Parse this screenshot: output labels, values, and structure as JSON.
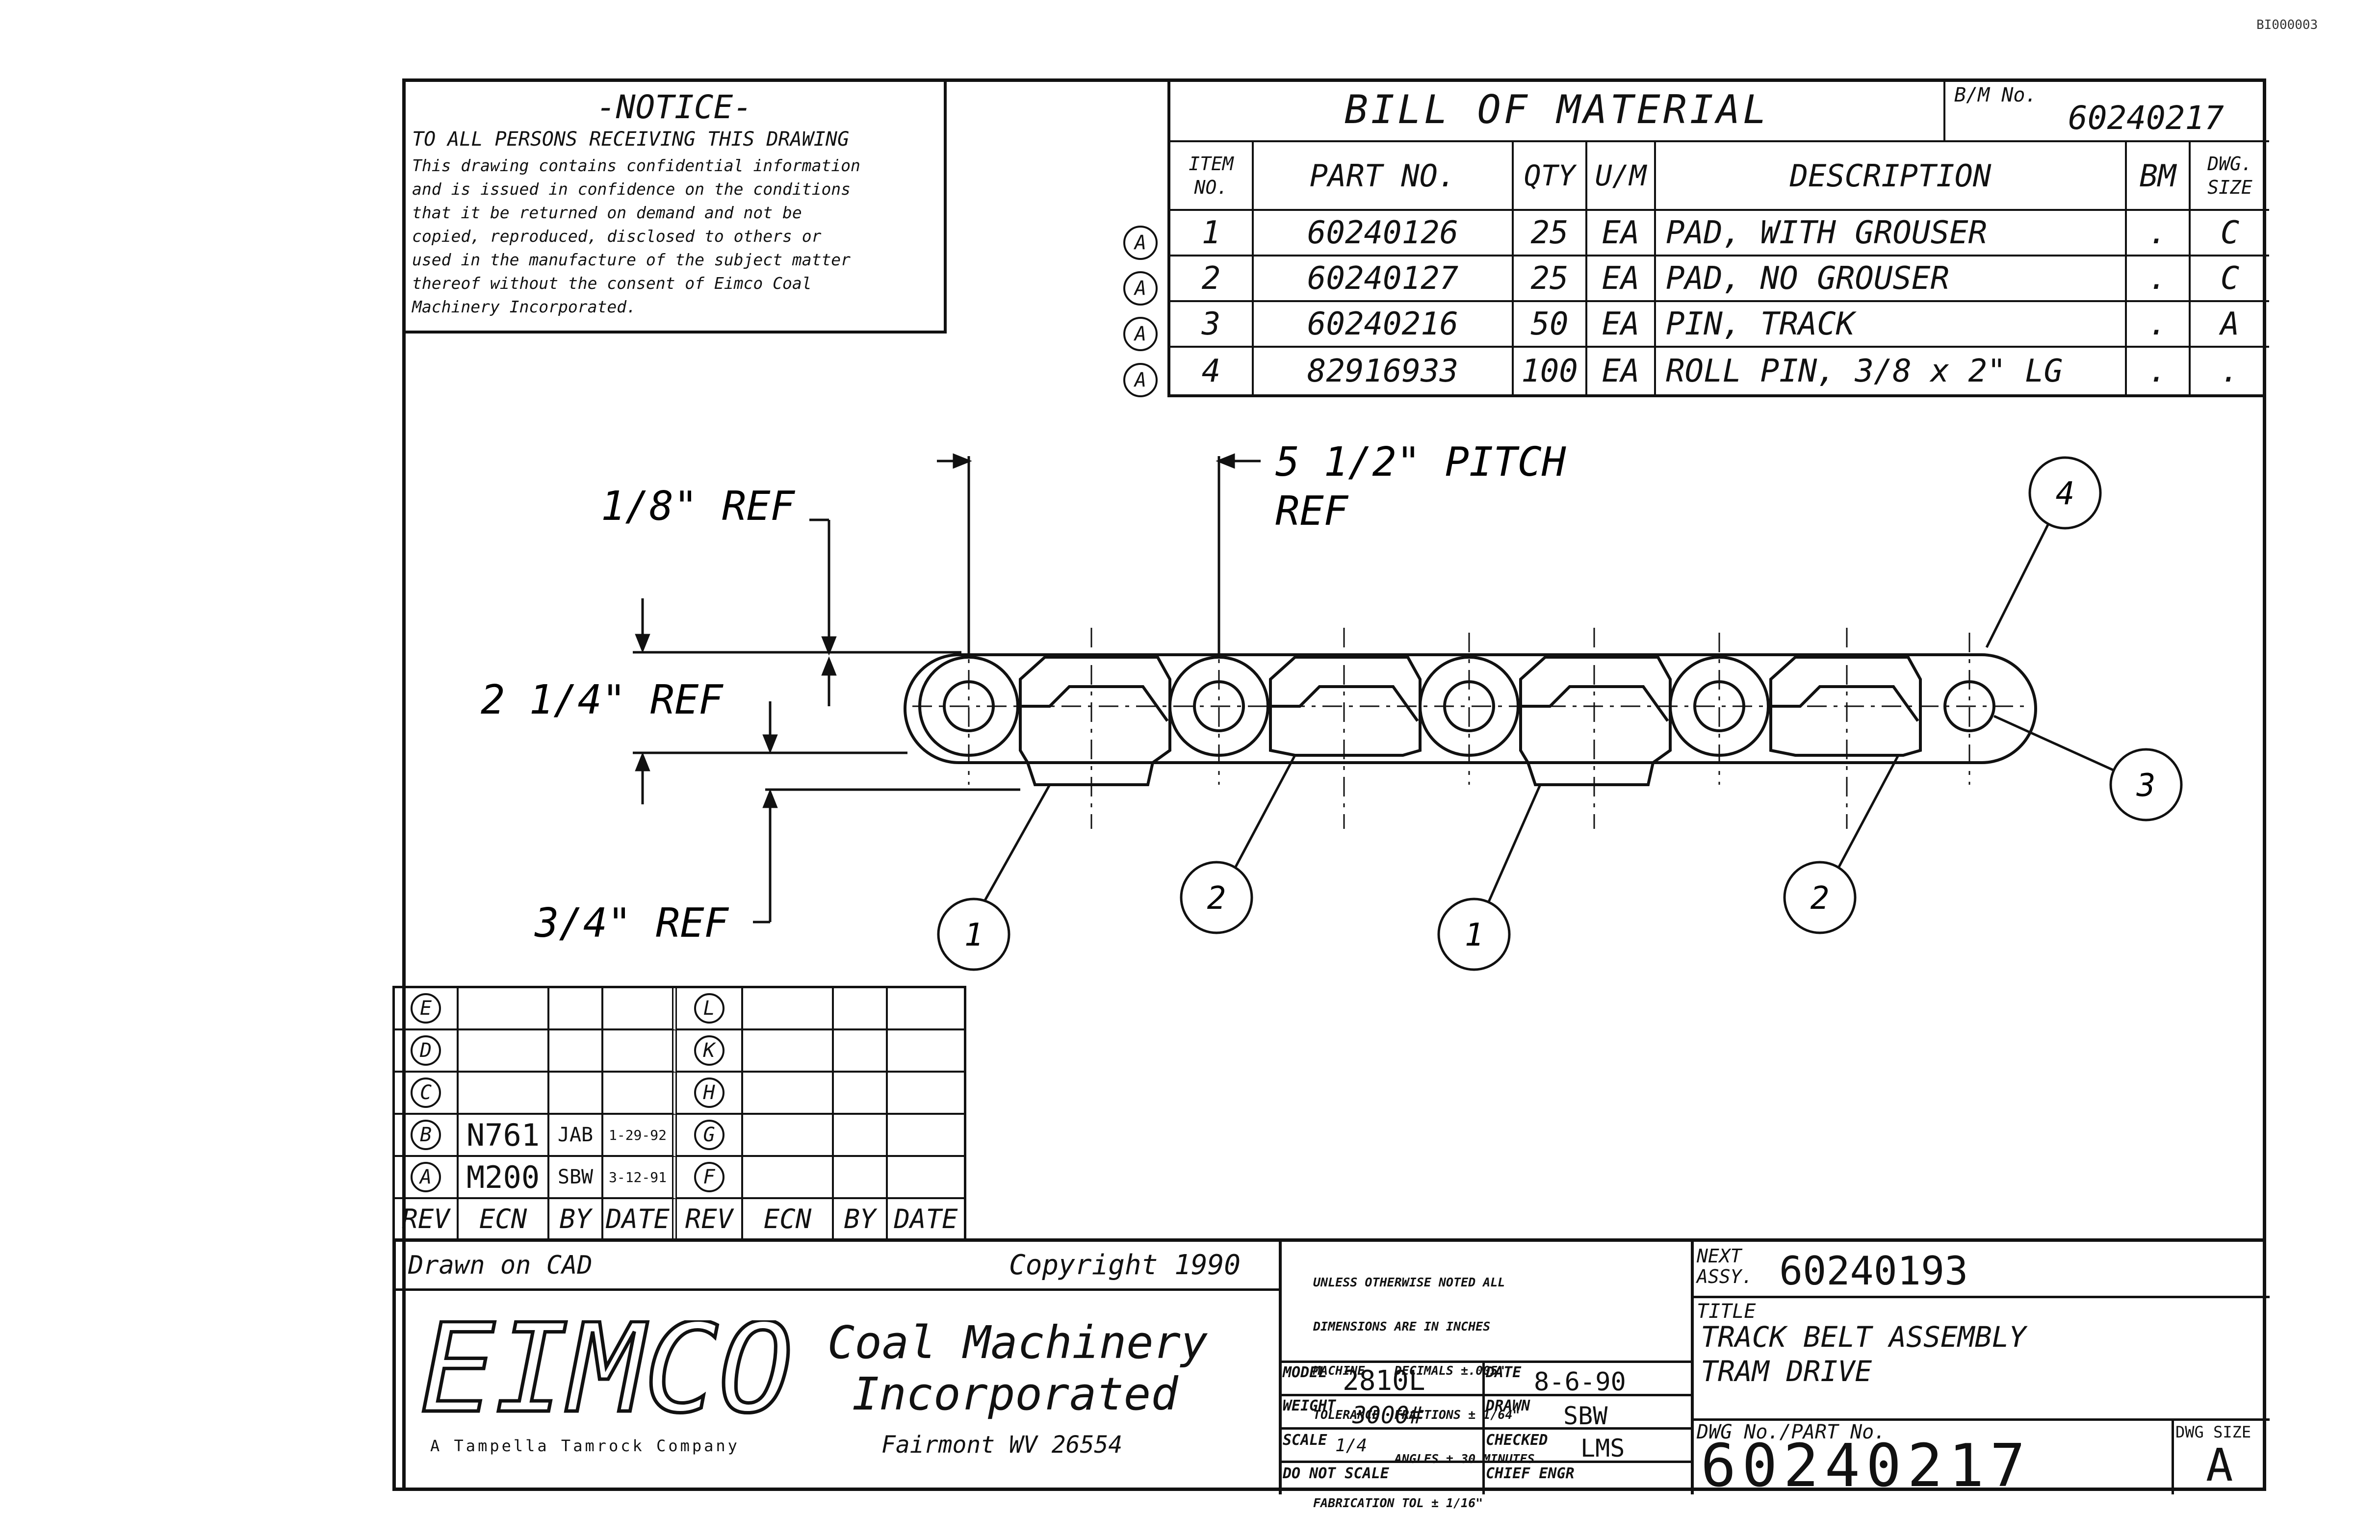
{
  "sheet_id": "BI000003",
  "notice": {
    "title": "-NOTICE-",
    "subtitle": "TO ALL PERSONS RECEIVING THIS DRAWING",
    "lines": [
      "This drawing contains confidential information",
      "and is issued in confidence on the conditions",
      "that it be returned on demand and not be",
      "copied, reproduced, disclosed to others or",
      "used in the manufacture of the subject matter",
      "thereof without the consent of Eimco Coal",
      "Machinery Incorporated."
    ]
  },
  "bom": {
    "title": "BILL OF MATERIAL",
    "bm_no_label": "B/M No.",
    "bm_no": "60240217",
    "headers": {
      "item_line1": "ITEM",
      "item_line2": "NO.",
      "part": "PART NO.",
      "qty": "QTY",
      "um": "U/M",
      "desc": "DESCRIPTION",
      "bm": "BM",
      "dwg_line1": "DWG.",
      "dwg_line2": "SIZE"
    },
    "rows": [
      {
        "rev": "A",
        "item": "1",
        "part": "60240126",
        "qty": "25",
        "um": "EA",
        "desc": "PAD, WITH GROUSER",
        "bm": ".",
        "size": "C"
      },
      {
        "rev": "A",
        "item": "2",
        "part": "60240127",
        "qty": "25",
        "um": "EA",
        "desc": "PAD, NO GROUSER",
        "bm": ".",
        "size": "C"
      },
      {
        "rev": "A",
        "item": "3",
        "part": "60240216",
        "qty": "50",
        "um": "EA",
        "desc": "PIN, TRACK",
        "bm": ".",
        "size": "A"
      },
      {
        "rev": "A",
        "item": "4",
        "part": "82916933",
        "qty": "100",
        "um": "EA",
        "desc": "ROLL PIN, 3/8 x 2\" LG",
        "bm": ".",
        "size": "."
      }
    ]
  },
  "drawing": {
    "dim_eighth": "1/8\" REF",
    "dim_pitch_line1": "5 1/2\" PITCH",
    "dim_pitch_line2": "REF",
    "dim_height": "2 1/4\" REF",
    "dim_three_quarter": "3/4\" REF",
    "balloons": [
      "1",
      "2",
      "1",
      "2",
      "3",
      "4"
    ]
  },
  "revisions": {
    "left_revs": [
      "E",
      "D",
      "C",
      "B",
      "A"
    ],
    "right_revs": [
      "L",
      "K",
      "H",
      "G",
      "F"
    ],
    "entries": {
      "B": {
        "ecn": "N761",
        "by": "JAB",
        "date": "1-29-92"
      },
      "A": {
        "ecn": "M200",
        "by": "SBW",
        "date": "3-12-91"
      }
    },
    "headers": [
      "REV",
      "ECN",
      "BY",
      "DATE",
      "REV",
      "ECN",
      "BY",
      "DATE"
    ]
  },
  "title_block": {
    "drawn_on": "Drawn on CAD",
    "copyright": "Copyright 1990",
    "logo_text": "EIMCO",
    "company_line1": "Coal Machinery",
    "company_line2": "Incorporated",
    "company_location": "Fairmont WV 26554",
    "parent_company": "A Tampella Tamrock Company",
    "tolerance_lines": [
      "UNLESS OTHERWISE NOTED ALL",
      "DIMENSIONS ARE IN INCHES",
      "MACHINE    DECIMALS ±.005\"",
      "TOLERANCE  FRACTIONS ± 1/64\"",
      "           ANGLES ± 30 MINUTES",
      "FABRICATION TOL ± 1/16\""
    ],
    "model_label": "MODEL",
    "model": "2810L",
    "date_label": "DATE",
    "date": "8-6-90",
    "weight_label": "WEIGHT",
    "weight": "3000#",
    "drawn_label": "DRAWN",
    "drawn": "SBW",
    "scale_label": "SCALE",
    "scale": "1/4",
    "checked_label": "CHECKED",
    "checked": "LMS",
    "do_not_scale": "DO NOT SCALE",
    "chief_engr_label": "CHIEF ENGR",
    "next_assy_label1": "NEXT",
    "next_assy_label2": "ASSY.",
    "next_assy": "60240193",
    "title_label": "TITLE",
    "title_line1": "TRACK BELT ASSEMBLY",
    "title_line2": "TRAM DRIVE",
    "dwg_no_label": "DWG No./PART No.",
    "dwg_no": "60240217",
    "dwg_size_label": "DWG SIZE",
    "dwg_size": "A"
  }
}
